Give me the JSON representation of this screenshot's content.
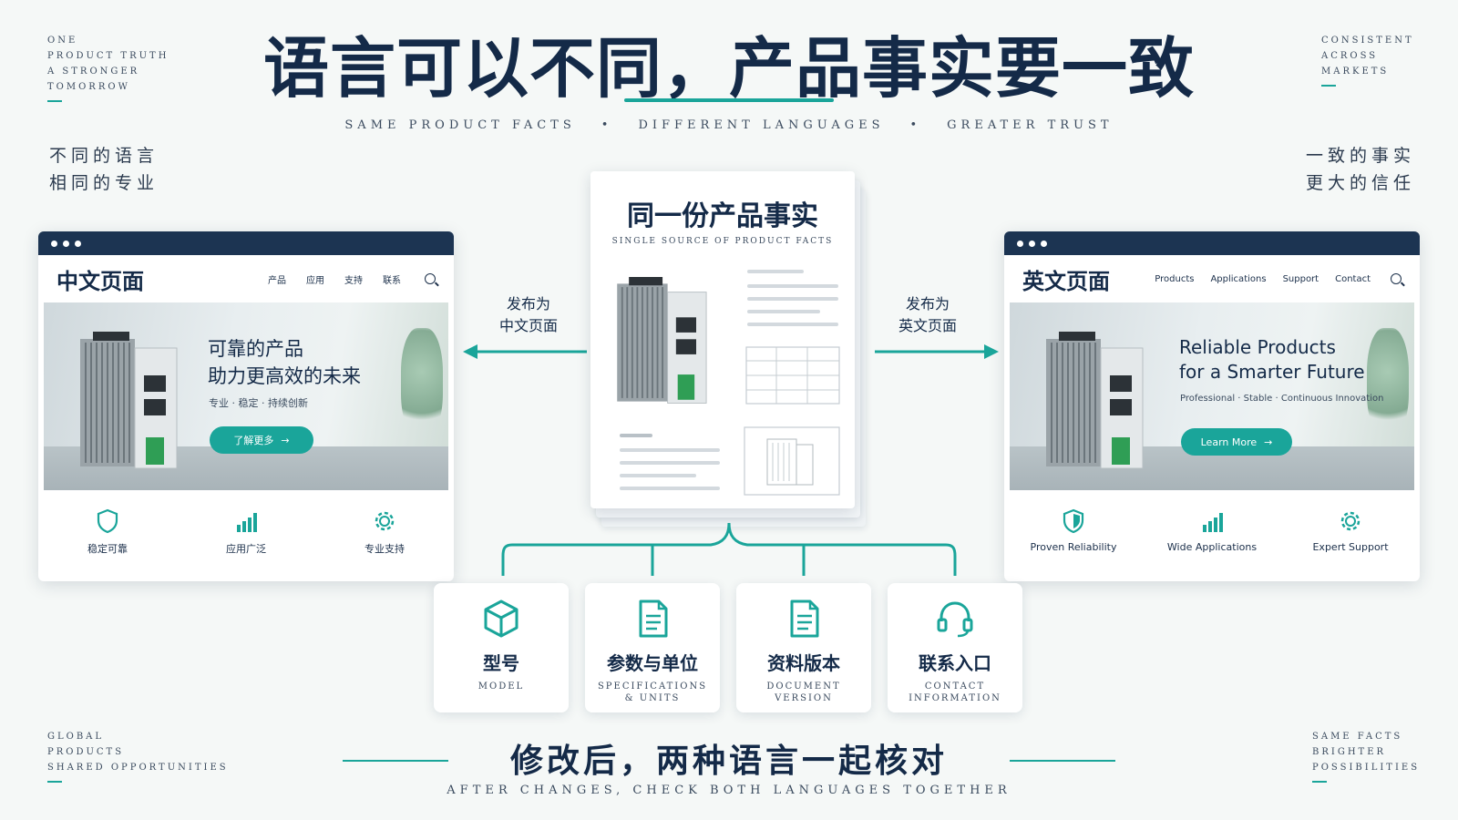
{
  "title": "语言可以不同，产品事实要一致",
  "subtitle": {
    "parts": [
      "SAME PRODUCT FACTS",
      "DIFFERENT LANGUAGES",
      "GREATER TRUST"
    ],
    "separator": "•"
  },
  "corners": {
    "top_left": [
      "ONE",
      "PRODUCT TRUTH",
      "A STRONGER",
      "TOMORROW"
    ],
    "top_right": [
      "CONSISTENT",
      "ACROSS",
      "MARKETS"
    ],
    "bottom_left": [
      "GLOBAL",
      "PRODUCTS",
      "SHARED OPPORTUNITIES"
    ],
    "bottom_right": [
      "SAME FACTS",
      "BRIGHTER",
      "POSSIBILITIES"
    ]
  },
  "side_left": [
    "不同的语言",
    "相同的专业"
  ],
  "side_right": [
    "一致的事实",
    "更大的信任"
  ],
  "cn_page": {
    "brand": "中文页面",
    "nav": [
      "产品",
      "应用",
      "支持",
      "联系"
    ],
    "headline_1": "可靠的产品",
    "headline_2": "助力更高效的未来",
    "tagline": "专业 · 稳定 · 持续创新",
    "cta": "了解更多",
    "features": [
      "稳定可靠",
      "应用广泛",
      "专业支持"
    ]
  },
  "en_page": {
    "brand": "英文页面",
    "nav": [
      "Products",
      "Applications",
      "Support",
      "Contact"
    ],
    "headline_1": "Reliable Products",
    "headline_2": "for a Smarter Future",
    "tagline": "Professional  ·  Stable  ·  Continuous Innovation",
    "cta": "Learn More",
    "features": [
      "Proven Reliability",
      "Wide Applications",
      "Expert Support"
    ]
  },
  "arrows": {
    "left_line1": "发布为",
    "left_line2": "中文页面",
    "right_line1": "发布为",
    "right_line2": "英文页面"
  },
  "doc": {
    "title": "同一份产品事实",
    "subtitle": "SINGLE SOURCE OF PRODUCT FACTS"
  },
  "cards": [
    {
      "cn": "型号",
      "en": [
        "MODEL"
      ],
      "icon": "cube-icon"
    },
    {
      "cn": "参数与单位",
      "en": [
        "SPECIFICATIONS",
        "& UNITS"
      ],
      "icon": "document-icon"
    },
    {
      "cn": "资料版本",
      "en": [
        "DOCUMENT",
        "VERSION"
      ],
      "icon": "document-icon"
    },
    {
      "cn": "联系入口",
      "en": [
        "CONTACT",
        "INFORMATION"
      ],
      "icon": "headset-icon"
    }
  ],
  "bottom": {
    "title": "修改后，两种语言一起核对",
    "subtitle": "AFTER CHANGES, CHECK BOTH LANGUAGES TOGETHER"
  },
  "colors": {
    "accent": "#1aa59a",
    "navy": "#142a48",
    "background": "#f5f8f7"
  }
}
